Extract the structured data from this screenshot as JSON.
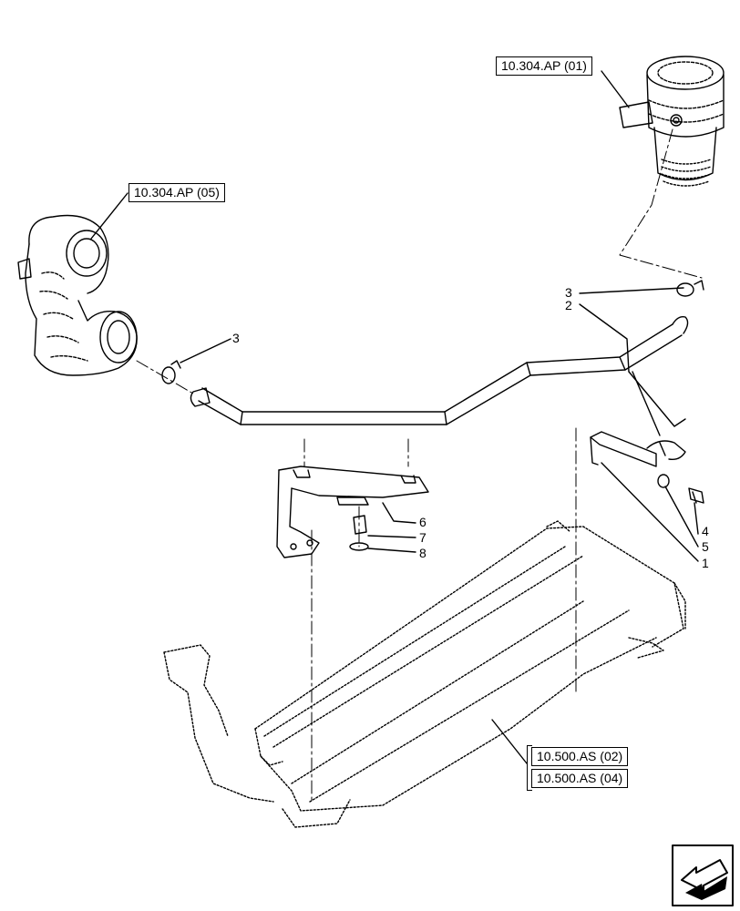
{
  "references": {
    "ref_top_right": "10.304.AP (01)",
    "ref_left": "10.304.AP (05)",
    "ref_bottom_1": "10.500.AS (02)",
    "ref_bottom_2": "10.500.AS (04)"
  },
  "callouts": {
    "c3_left": "3",
    "c3_right": "3",
    "c2": "2",
    "c4": "4",
    "c5": "5",
    "c1": "1",
    "c6": "6",
    "c7": "7",
    "c8": "8"
  },
  "icons": {
    "nav": "arrow-left-icon"
  }
}
